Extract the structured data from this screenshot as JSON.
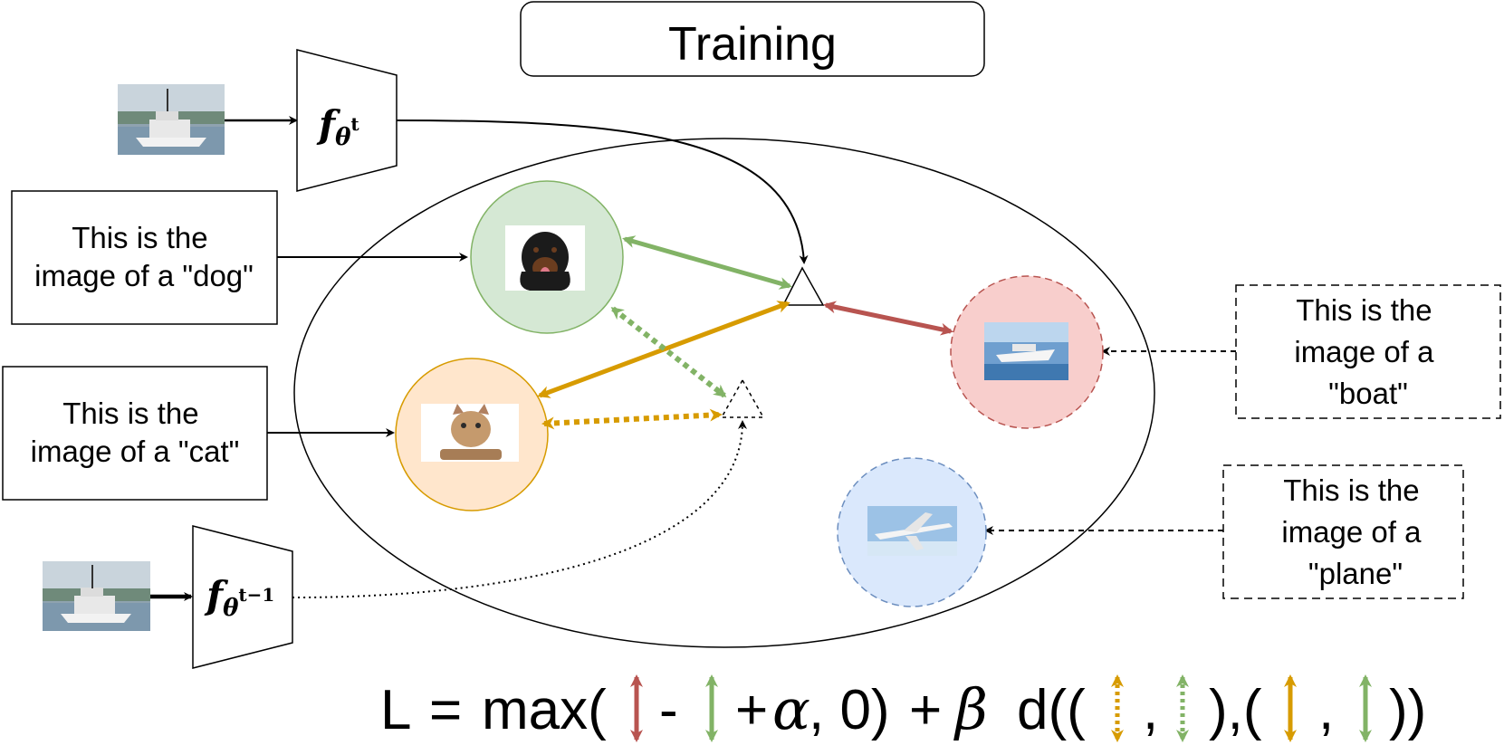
{
  "title": "Training",
  "encoders": {
    "current": {
      "symbol": "f",
      "subscript": "θ",
      "superscript": "t"
    },
    "previous": {
      "symbol": "f",
      "subscript": "θ",
      "superscript": "t−1"
    }
  },
  "captions": {
    "dog": [
      "This is the",
      "image of a \"dog\""
    ],
    "cat": [
      "This is the",
      "image of a \"cat\""
    ],
    "boat": [
      "This is the",
      "image of a",
      "\"boat\""
    ],
    "plane": [
      "This is the",
      "image of a",
      "\"plane\""
    ]
  },
  "classes": [
    {
      "name": "dog",
      "fill": "#d5e8d4",
      "stroke": "#82b366",
      "dashed": false
    },
    {
      "name": "cat",
      "fill": "#ffe6cc",
      "stroke": "#d79b00",
      "dashed": false
    },
    {
      "name": "boat",
      "fill": "#f8cecc",
      "stroke": "#b85450",
      "dashed": true
    },
    {
      "name": "plane",
      "fill": "#dae8fc",
      "stroke": "#6c8ebf",
      "dashed": true
    }
  ],
  "colors": {
    "red": "#b85450",
    "green": "#82b366",
    "orange": "#d79b00"
  },
  "formula": {
    "L": "L",
    "eq": "=",
    "max_open": "max(",
    "minus": "-",
    "plus_alpha_plus": "+",
    "alpha": "α",
    "zero": ", 0)",
    "plus": "+",
    "beta": "β",
    "d_open": "d((",
    "comma1": ",",
    "mid": "),(",
    "comma2": ",",
    "close": "))"
  }
}
